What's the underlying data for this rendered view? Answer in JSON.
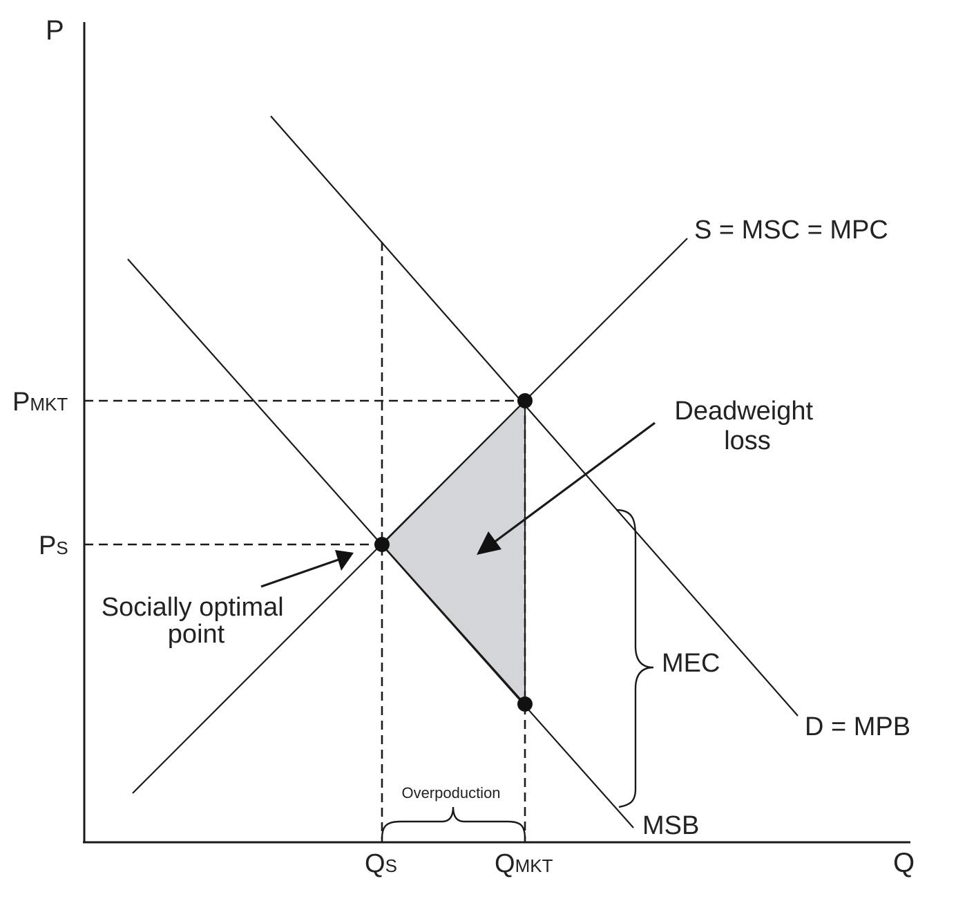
{
  "axes": {
    "y_label": "P",
    "x_label": "Q"
  },
  "price_labels": {
    "p_mkt_main": "P",
    "p_mkt_sub": "MKT",
    "p_s_main": "P",
    "p_s_sub": "S"
  },
  "quantity_labels": {
    "q_s_main": "Q",
    "q_s_sub": "S",
    "q_mkt_main": "Q",
    "q_mkt_sub": "MKT"
  },
  "curves": {
    "supply": "S = MSC = MPC",
    "demand": "D = MPB",
    "msb": "MSB"
  },
  "annotations": {
    "deadweight_line1": "Deadweight",
    "deadweight_line2": "loss",
    "optimal_line1": "Socially optimal",
    "optimal_line2": "point",
    "mec": "MEC",
    "overproduction": "Overpoduction"
  },
  "colors": {
    "deadweight_fill": "#d4d5d8",
    "line": "#1a1a1a"
  }
}
